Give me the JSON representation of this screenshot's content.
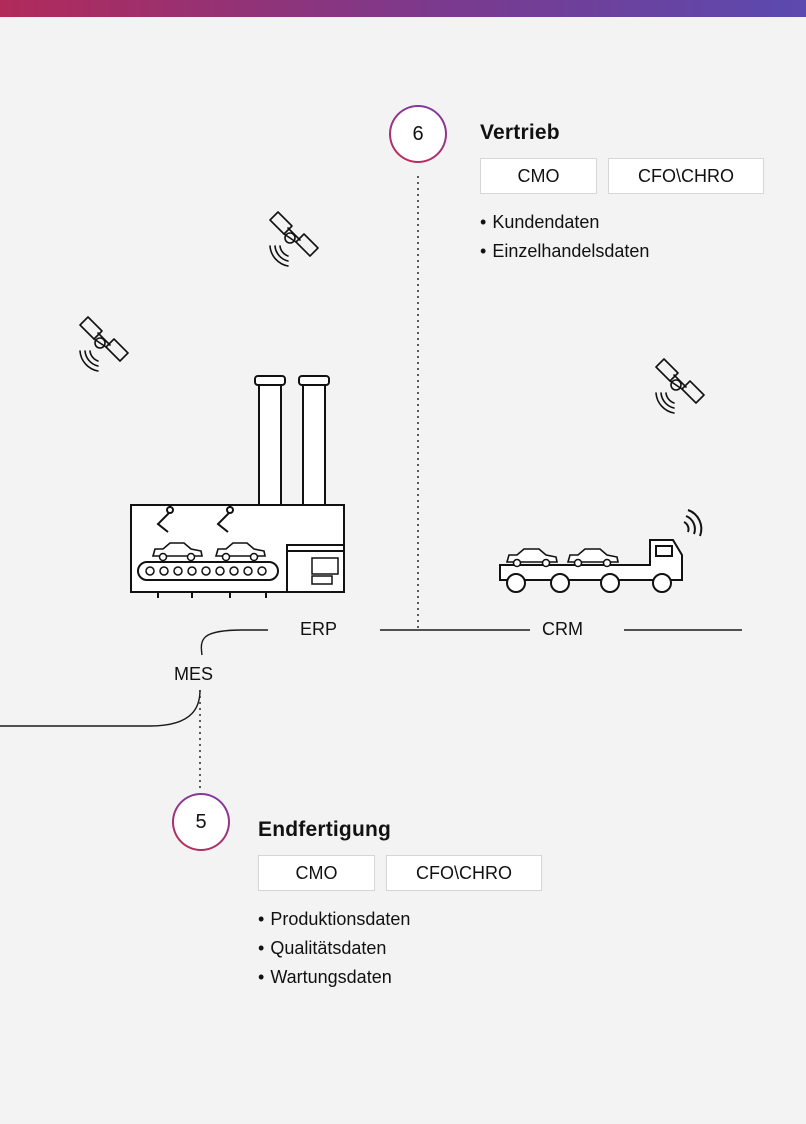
{
  "steps": [
    {
      "number": "6",
      "title": "Vertrieb",
      "roles": [
        "CMO",
        "CFO\\CHRO"
      ],
      "items": [
        "Kundendaten",
        "Einzelhandelsdaten"
      ]
    },
    {
      "number": "5",
      "title": "Endfertigung",
      "roles": [
        "CMO",
        "CFO\\CHRO"
      ],
      "items": [
        "Produktionsdaten",
        "Qualitätsdaten",
        "Wartungsdaten"
      ]
    }
  ],
  "systems": {
    "erp": "ERP",
    "crm": "CRM",
    "mes": "MES"
  },
  "icons": [
    "satellite-icon",
    "factory-icon",
    "car-transporter-truck-icon"
  ],
  "colors": {
    "accent_start": "#b12a5a",
    "accent_end": "#5b4ab0",
    "line": "#1a1a1a",
    "background": "#f3f3f3"
  }
}
